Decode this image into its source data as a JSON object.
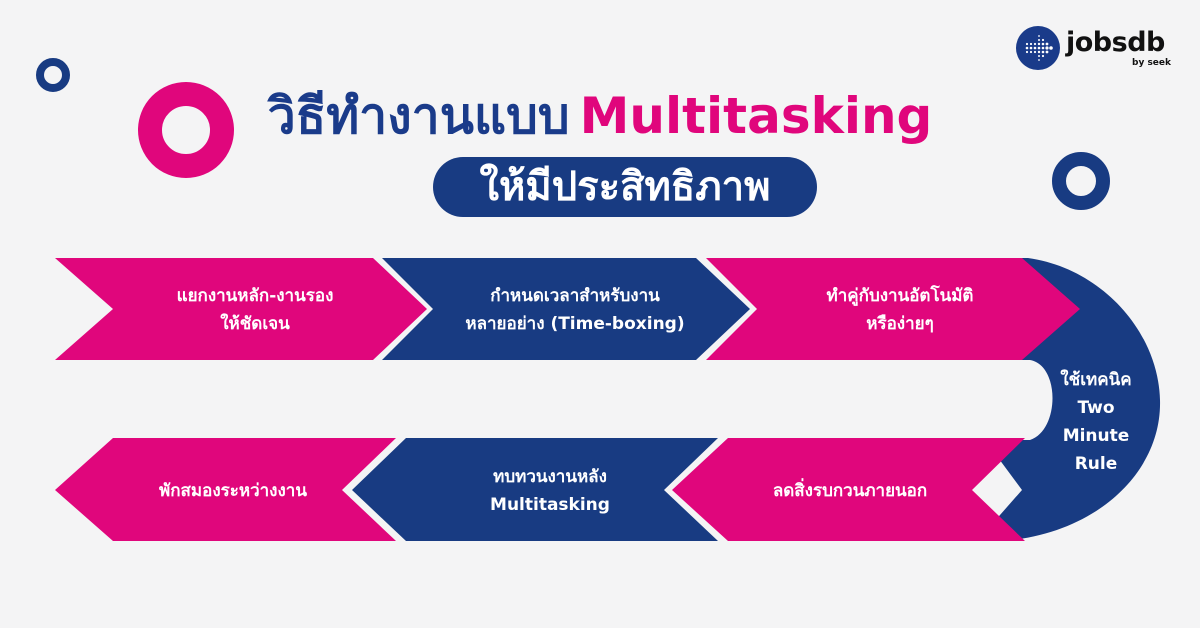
{
  "brand": {
    "logo_text": "jobsdb",
    "logo_subtext": "by seek",
    "logo_color": "#1a3b8a"
  },
  "header": {
    "title_thai": "วิธีทำงานแบบ",
    "title_english": "Multitasking",
    "subtitle": "ให้มีประสิทธิภาพ"
  },
  "colors": {
    "background": "#f4f4f5",
    "navy": "#183b82",
    "magenta": "#e0067c"
  },
  "steps": [
    {
      "order": 1,
      "line1": "แยกงานหลัก-งานรอง",
      "line2": "ให้ชัดเจน",
      "color": "magenta",
      "direction": "right"
    },
    {
      "order": 2,
      "line1": "กำหนดเวลาสำหรับงาน",
      "line2": "หลายอย่าง (Time-boxing)",
      "color": "navy",
      "direction": "right"
    },
    {
      "order": 3,
      "line1": "ทำคู่กับงานอัตโนมัติ",
      "line2": "หรือง่ายๆ",
      "color": "magenta",
      "direction": "right"
    },
    {
      "order": 4,
      "line1": "ใช้เทคนิค",
      "line2": "Two",
      "line3": "Minute",
      "line4": "Rule",
      "color": "navy",
      "direction": "curve"
    },
    {
      "order": 5,
      "line1": "ลดสิ่งรบกวนภายนอก",
      "color": "magenta",
      "direction": "left"
    },
    {
      "order": 6,
      "line1": "ทบทวนงานหลัง",
      "line2": "Multitasking",
      "color": "navy",
      "direction": "left"
    },
    {
      "order": 7,
      "line1": "พักสมองระหว่างงาน",
      "color": "magenta",
      "direction": "left"
    }
  ],
  "decorations": [
    {
      "name": "small-navy-ring",
      "color": "#183b82"
    },
    {
      "name": "large-magenta-ring",
      "color": "#e0067c"
    },
    {
      "name": "right-navy-ring",
      "color": "#183b82"
    }
  ]
}
